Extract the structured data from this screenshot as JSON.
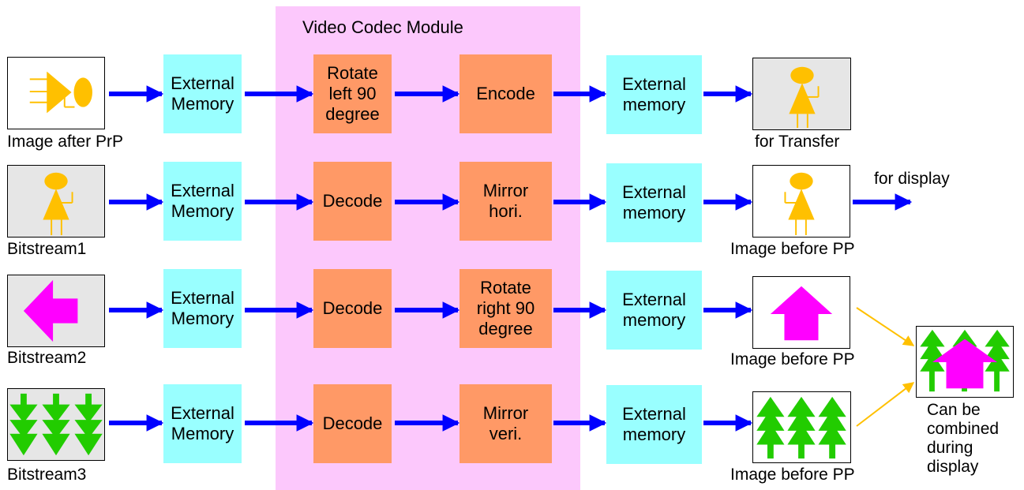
{
  "module": {
    "title": "Video Codec Module"
  },
  "colors": {
    "module_bg": "#fcc8fc",
    "memory_box": "#99ffff",
    "operation_box": "#ff9966",
    "arrow": "#0000ff",
    "connector": "#ffc000",
    "figure_yellow": "#ffc000",
    "arrow_magenta": "#ff00ff",
    "tree_green": "#00cc00"
  },
  "rows": [
    {
      "input_caption": "Image after PrP",
      "memory_in": "External\nMemory",
      "op1": "Rotate\nleft 90\ndegree",
      "op2": "Encode",
      "memory_out": "External\nmemory",
      "output_caption": "for Transfer"
    },
    {
      "input_caption": "Bitstream1",
      "memory_in": "External\nMemory",
      "op1": "Decode",
      "op2": "Mirror\nhori.",
      "memory_out": "External\nmemory",
      "output_caption": "Image before PP",
      "extra_label": "for display"
    },
    {
      "input_caption": "Bitstream2",
      "memory_in": "External\nMemory",
      "op1": "Decode",
      "op2": "Rotate\nright 90\ndegree",
      "memory_out": "External\nmemory",
      "output_caption": "Image before PP"
    },
    {
      "input_caption": "Bitstream3",
      "memory_in": "External\nMemory",
      "op1": "Decode",
      "op2": "Mirror\nveri.",
      "memory_out": "External\nmemory",
      "output_caption": "Image before PP"
    }
  ],
  "combined": {
    "caption": "Can be\ncombined\nduring\ndisplay"
  }
}
